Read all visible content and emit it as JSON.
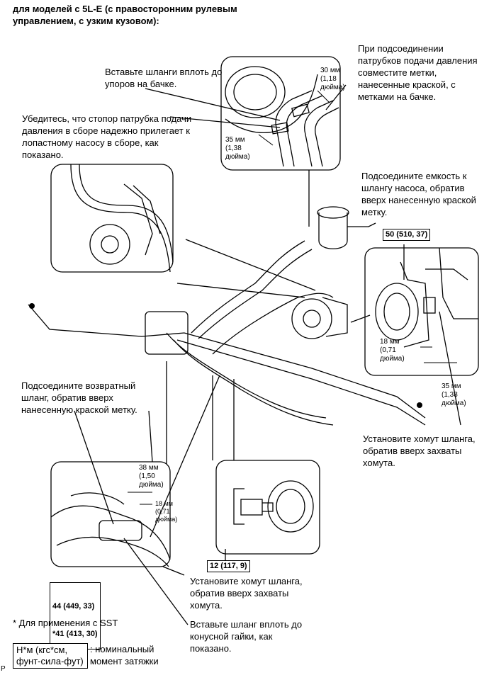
{
  "title": {
    "line1": "для моделей с 5L-E (с правосторонним рулевым",
    "line2": "управлением, с узким кузовом):"
  },
  "callouts": {
    "insert_hoses": [
      "Вставьте шланги вплоть до",
      "упоров на бачке."
    ],
    "align_marks": [
      "При подсоединении",
      "патрубков подачи давления",
      "совместите метки,",
      "нанесенные краской, с",
      "метками на бачке."
    ],
    "ensure_stopper": [
      "Убедитесь, что стопор патрубка подачи",
      "давления в сборе надежно прилегает к",
      "лопастному насосу в сборе, как",
      "показано."
    ],
    "connect_tank": [
      "Подсоедините емкость к",
      "шлангу насоса, обратив",
      "вверх нанесенную краской",
      "метку."
    ],
    "connect_return": [
      "Подсоедините возвратный",
      "шланг, обратив вверх",
      "нанесенную краской метку."
    ],
    "install_clamp_right": [
      "Установите хомут шланга,",
      "обратив вверх захваты",
      "хомута."
    ],
    "install_clamp_bottom": [
      "Установите хомут шланга,",
      "обратив вверх захваты",
      "хомута."
    ],
    "insert_hose_nut": [
      "Вставьте шланг вплоть до",
      "конусной гайки, как",
      "показано."
    ]
  },
  "measurements": {
    "m30": [
      "30 мм",
      "(1,18",
      "дюйма)"
    ],
    "m35_top": [
      "35 мм",
      "(1,38",
      "дюйма)"
    ],
    "m18_right": [
      "18 мм",
      "(0,71",
      "дюйма)"
    ],
    "m35_right": [
      "35 мм",
      "(1,38",
      "дюйма)"
    ],
    "m38": [
      "38 мм",
      "(1,50",
      "дюйма)"
    ],
    "m18_bottom": [
      "18 мм",
      "(0,71",
      "дюйма)"
    ]
  },
  "torques": {
    "t50": "50 (510, 37)",
    "t12": "12 (117, 9)",
    "t44": "44 (449, 33)",
    "t41": "*41 (413, 30)"
  },
  "footnote": "* Для применения с SST",
  "legend": {
    "box_line1": "Н*м (кгс*см,",
    "box_line2": "фунт-сила-фут)",
    "desc_line1": ": номинальный",
    "desc_line2": "момент затяжки"
  },
  "corner_mark": "P"
}
